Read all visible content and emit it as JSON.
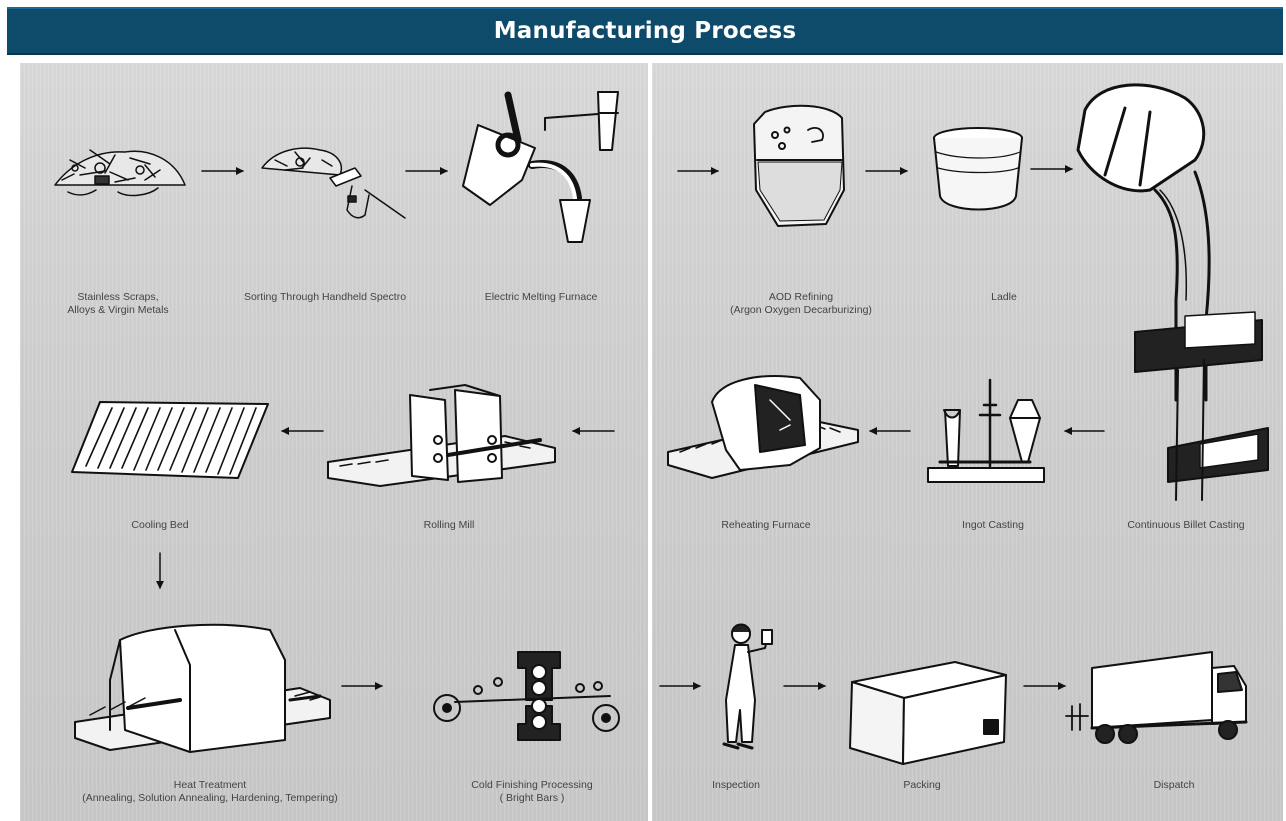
{
  "header": {
    "title": "Manufacturing Process"
  },
  "colors": {
    "header_bg": "#0e4a6a",
    "panel_bg": "#cfcfcf",
    "ink": "#111111"
  },
  "steps": [
    {
      "id": "scraps",
      "line1": "Stainless Scraps,",
      "line2": "Alloys & Virgin Metals",
      "icon": "scrap-pile-icon"
    },
    {
      "id": "sorting",
      "line1": "Sorting Through Handheld Spectro",
      "line2": "",
      "icon": "spectro-gun-icon"
    },
    {
      "id": "emf",
      "line1": "Electric Melting Furnace",
      "line2": "",
      "icon": "furnace-icon"
    },
    {
      "id": "aod",
      "line1": "AOD Refining",
      "line2": "(Argon Oxygen Decarburizing)",
      "icon": "converter-icon"
    },
    {
      "id": "ladle",
      "line1": "Ladle",
      "line2": "",
      "icon": "ladle-icon"
    },
    {
      "id": "cbc",
      "line1": "Continuous Billet Casting",
      "line2": "",
      "icon": "billet-caster-icon"
    },
    {
      "id": "ingot",
      "line1": "Ingot Casting",
      "line2": "",
      "icon": "ingot-mould-icon"
    },
    {
      "id": "reheat",
      "line1": "Reheating Furnace",
      "line2": "",
      "icon": "reheating-furnace-icon"
    },
    {
      "id": "rolling",
      "line1": "Rolling Mill",
      "line2": "",
      "icon": "rolling-mill-icon"
    },
    {
      "id": "cooling",
      "line1": "Cooling Bed",
      "line2": "",
      "icon": "cooling-bed-icon"
    },
    {
      "id": "heat",
      "line1": "Heat Treatment",
      "line2": "(Annealing, Solution Annealing, Hardening, Tempering)",
      "icon": "heat-treatment-icon"
    },
    {
      "id": "cold",
      "line1": "Cold Finishing Processing",
      "line2": "( Bright Bars )",
      "icon": "cold-finishing-icon"
    },
    {
      "id": "inspection",
      "line1": "Inspection",
      "line2": "",
      "icon": "inspector-icon"
    },
    {
      "id": "packing",
      "line1": "Packing",
      "line2": "",
      "icon": "box-icon"
    },
    {
      "id": "dispatch",
      "line1": "Dispatch",
      "line2": "",
      "icon": "truck-icon"
    }
  ]
}
